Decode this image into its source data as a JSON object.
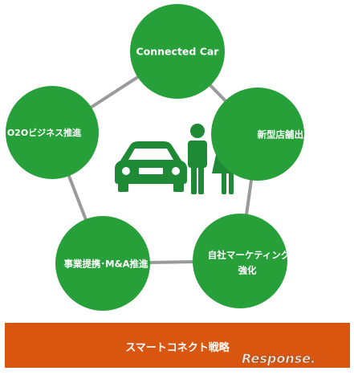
{
  "diagram": {
    "colors": {
      "node": "#28a03a",
      "icon": "#1f8a35",
      "connector": "#9a9a9a",
      "banner": "#d8560f",
      "text": "#ffffff"
    },
    "nodes": [
      {
        "id": "connected-car",
        "lines": [
          "Connected Car"
        ]
      },
      {
        "id": "new-store",
        "lines": [
          "新型店舗出店"
        ]
      },
      {
        "id": "own-marketing",
        "lines": [
          "自社マーケティング",
          "強化"
        ]
      },
      {
        "id": "business-alliance",
        "lines": [
          "事業提携･M&A推進"
        ]
      },
      {
        "id": "o2o-business",
        "lines": [
          "O2Oビジネス推進"
        ]
      }
    ],
    "center_icons": [
      "car-icon",
      "man-icon",
      "woman-icon"
    ]
  },
  "banner": {
    "label": "スマートコネクト戦略",
    "watermark": "Response."
  }
}
